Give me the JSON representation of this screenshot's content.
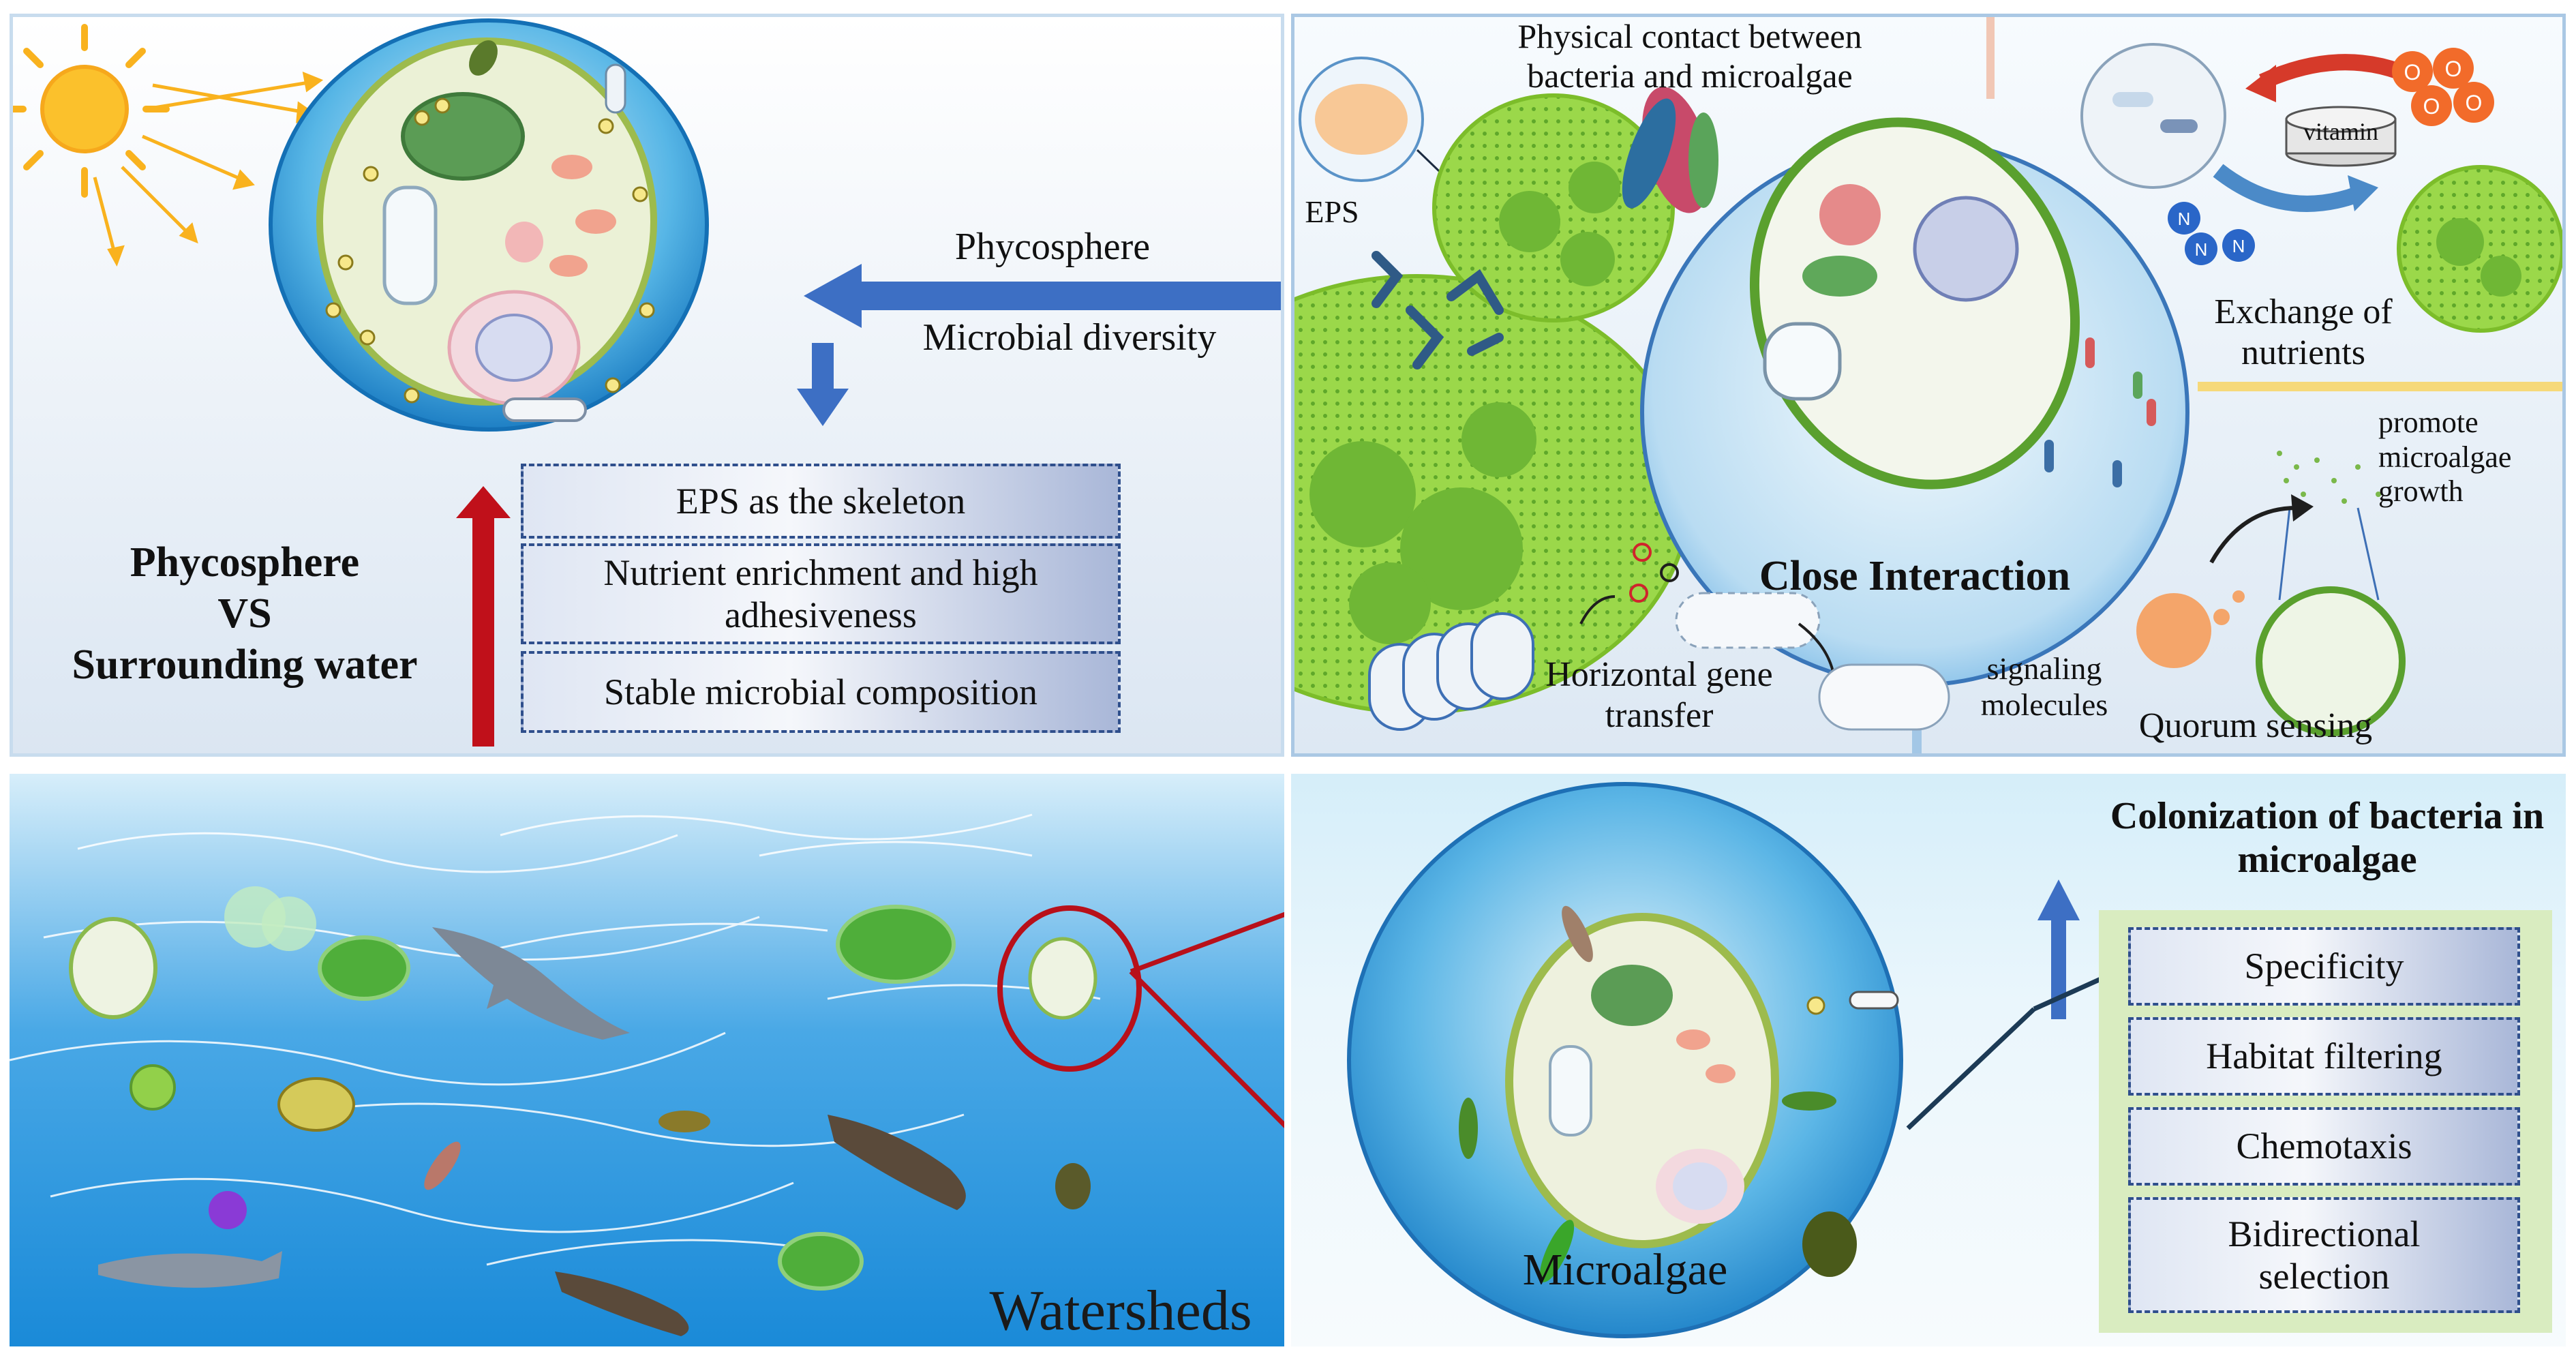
{
  "top_left": {
    "arrow_label_1": "Phycosphere",
    "arrow_label_2": "Microbial diversity",
    "features": [
      "EPS as the skeleton",
      "Nutrient enrichment and high adhesiveness",
      "Stable microbial composition"
    ],
    "comparison": {
      "line1": "Phycosphere",
      "line2": "VS",
      "line3": "Surrounding water"
    },
    "colors": {
      "arrow_blue": "#3d6fc4",
      "arrow_red": "#c0101a"
    }
  },
  "top_right": {
    "physical_contact": "Physical contact between bacteria and microalgae",
    "eps": "EPS",
    "vitamin": "vitamin",
    "oxygen_symbol": "O",
    "nitrogen_symbol": "N",
    "exchange": "Exchange of nutrients",
    "promote": "promote microalgae growth",
    "close_interaction": "Close Interaction",
    "hgt": "Horizontal gene transfer",
    "signaling": "signaling molecules",
    "quorum": "Quorum sensing"
  },
  "bottom_left": {
    "title": "Watersheds"
  },
  "bottom_right": {
    "microalgae": "Microalgae",
    "colonization_title": "Colonization of bacteria in microalgae",
    "factors": [
      "Specificity",
      "Habitat filtering",
      "Chemotaxis",
      "Bidirectional selection"
    ]
  }
}
